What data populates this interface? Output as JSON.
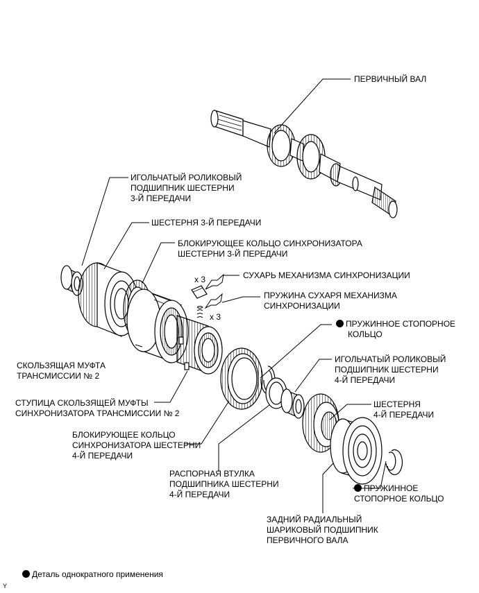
{
  "labels": {
    "input_shaft": "ПЕРВИЧНЫЙ ВАЛ",
    "needle_bearing_3": [
      "ИГОЛЬЧАТЫЙ РОЛИКОВЫЙ",
      "ПОДШИПНИК ШЕСТЕРНИ",
      "3-Й ПЕРЕДАЧИ"
    ],
    "gear_3": "ШЕСТЕРНЯ 3-Й ПЕРЕДАЧИ",
    "sync_ring_3": [
      "БЛОКИРУЮЩЕЕ КОЛЬЦО СИНХРОНИЗАТОРА",
      "ШЕСТЕРНИ 3-Й ПЕРЕДАЧИ"
    ],
    "shifting_key": "СУХАРЬ МЕХАНИЗМА СИНХРОНИЗАЦИИ",
    "key_spring": [
      "ПРУЖИНА СУХАРЯ МЕХАНИЗМА",
      "СИНХРОНИЗАЦИИ"
    ],
    "snap_ring_1": [
      "ПРУЖИННОЕ СТОПОРНОЕ",
      "КОЛЬЦО"
    ],
    "needle_bearing_4": [
      "ИГОЛЬЧАТЫЙ РОЛИКОВЫЙ",
      "ПОДШИПНИК ШЕСТЕРНИ",
      "4-Й ПЕРЕДАЧИ"
    ],
    "sleeve_2": [
      "СКОЛЬЗЯЩАЯ МУФТА",
      "ТРАНСМИССИИ № 2"
    ],
    "hub_2": [
      "СТУПИЦА СКОЛЬЗЯЩЕЙ МУФТЫ",
      "СИНХРОНИЗАТОРА ТРАНСМИССИИ № 2"
    ],
    "gear_4": [
      "ШЕСТЕРНЯ",
      "4-Й ПЕРЕДАЧИ"
    ],
    "sync_ring_4": [
      "БЛОКИРУЮЩЕЕ КОЛЬЦО",
      "СИНХРОНИЗАТОРА ШЕСТЕРНИ",
      "4-Й ПЕРЕДАЧИ"
    ],
    "snap_ring_2": [
      "ПРУЖИННОЕ",
      "СТОПОРНОЕ КОЛЬЦО"
    ],
    "spacer_4": [
      "РАСПОРНАЯ ВТУЛКА",
      "ПОДШИПНИКА ШЕСТЕРНИ",
      "4-Й ПЕРЕДАЧИ"
    ],
    "rear_bearing": [
      "ЗАДНИЙ РАДИАЛЬНЫЙ",
      "ШАРИКОВЫЙ ПОДШИПНИК",
      "ПЕРВИЧНОГО ВАЛА"
    ]
  },
  "quantities": {
    "key_qty": "x 3",
    "spring_qty": "x 3"
  },
  "legend": {
    "text": "Деталь однократного применения"
  },
  "corner_mark": "Y"
}
